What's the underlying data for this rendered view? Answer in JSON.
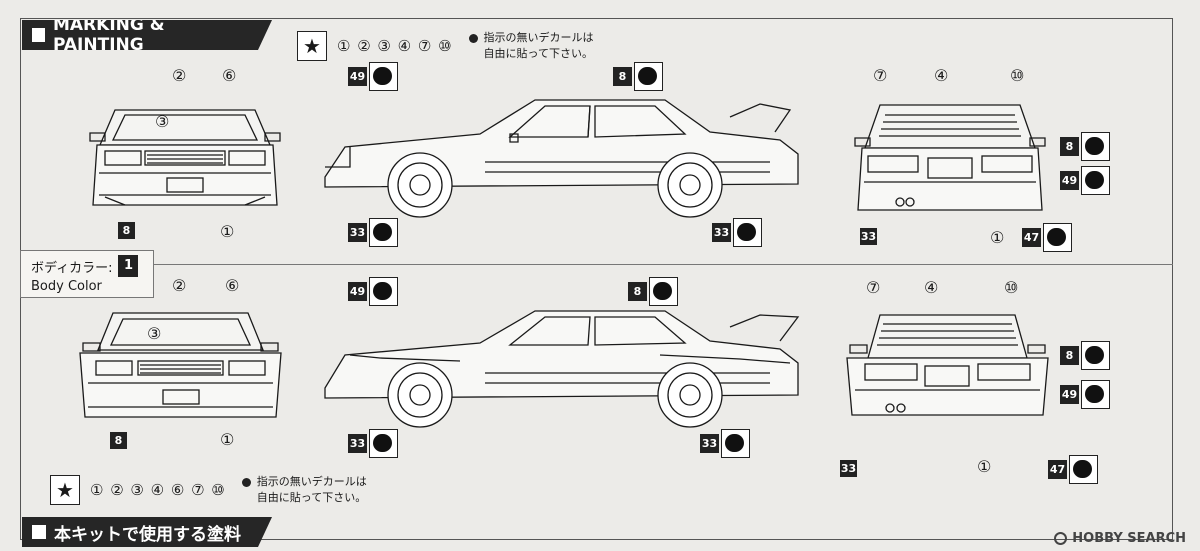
{
  "headers": {
    "marking": "MARKING & PAINTING",
    "paints": "本キットで使用する塗料"
  },
  "decals": {
    "top_numbers": "① ② ③ ④ ⑦ ⑩",
    "bottom_numbers": "① ② ③ ④ ⑥ ⑦ ⑩",
    "note_line1": "指示の無いデカールは",
    "note_line2": "自由に貼って下さい。"
  },
  "body_color": {
    "label_jp": "ボディカラー:",
    "label_en": "Body Color",
    "number": "1"
  },
  "top": {
    "front": {
      "c2": "②",
      "c6": "⑥",
      "c3": "③",
      "c1": "①",
      "p8": "8"
    },
    "side": {
      "p49": "49",
      "p8": "8",
      "p33a": "33",
      "p33b": "33"
    },
    "rear": {
      "c7": "⑦",
      "c4": "④",
      "c10": "⑩",
      "p8": "8",
      "p49": "49",
      "p33": "33",
      "c1": "①",
      "p47": "47"
    }
  },
  "bottom": {
    "front": {
      "c2": "②",
      "c6": "⑥",
      "c3": "③",
      "c1": "①",
      "p8": "8"
    },
    "side": {
      "p49": "49",
      "p8": "8",
      "p33a": "33",
      "p33b": "33"
    },
    "rear": {
      "c7": "⑦",
      "c4": "④",
      "c10": "⑩",
      "p8": "8",
      "p49": "49",
      "p33": "33",
      "c1": "①",
      "p47": "47"
    }
  },
  "watermark": "HOBBY SEARCH"
}
